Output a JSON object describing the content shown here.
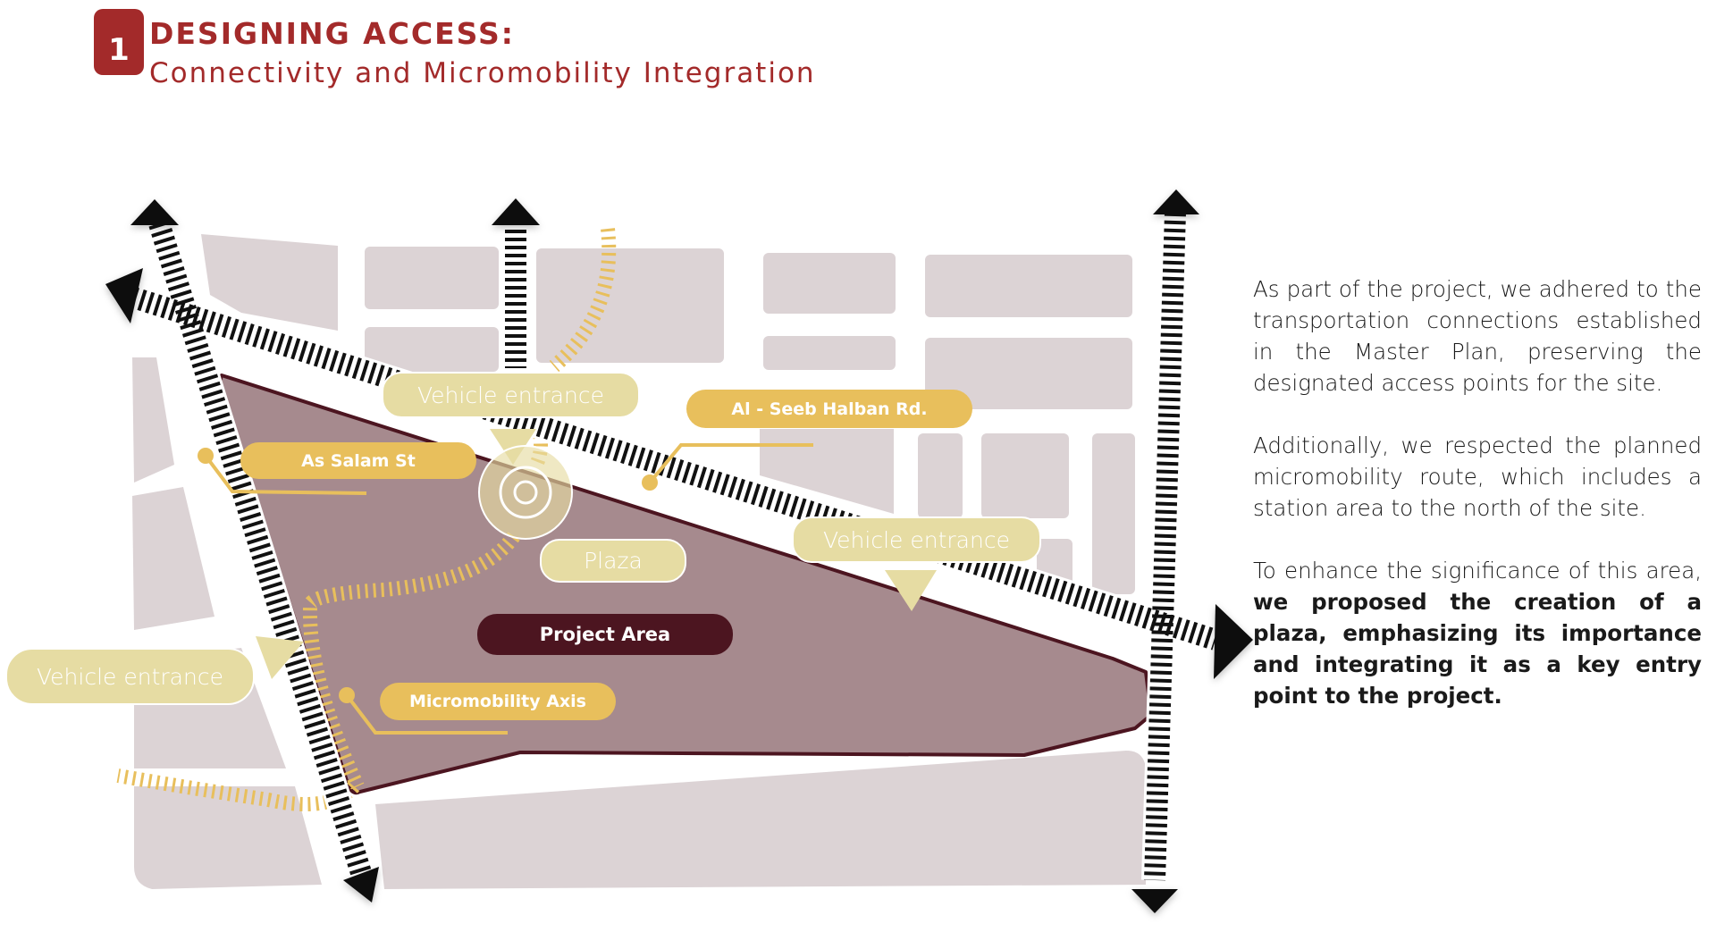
{
  "header": {
    "number": "1",
    "title": "DESIGNING ACCESS:",
    "subtitle": "Connectivity and Micromobility Integration"
  },
  "labels": {
    "vehicle_entrance_north": "Vehicle entrance",
    "road_al_seeb": "Al - Seeb Halban Rd.",
    "road_as_salam": "As Salam St",
    "vehicle_entrance_east": "Vehicle entrance",
    "plaza": "Plaza",
    "project_area": "Project Area",
    "vehicle_entrance_west": "Vehicle entrance",
    "micromobility_axis": "Micromobility Axis"
  },
  "description": {
    "p1": "As part of the project, we adhered to the transportation connections established in the Master Plan, preserving the designated access points for the site.",
    "p2": "Additionally, we respected the planned micromobility route, which includes a station area to the north of the site.",
    "p3_intro": "To enhance the significance of this area,",
    "p3_bold": "we proposed the creation of a plaza, emphasizing its importance and integrating it as a key entry point to the project."
  },
  "colors": {
    "accent": "#a32a2a",
    "project": "#a68a8e",
    "outline": "#4c1520",
    "block": "#dcd3d5",
    "gold": "#e8bf5c",
    "light": "#e6dca3"
  }
}
